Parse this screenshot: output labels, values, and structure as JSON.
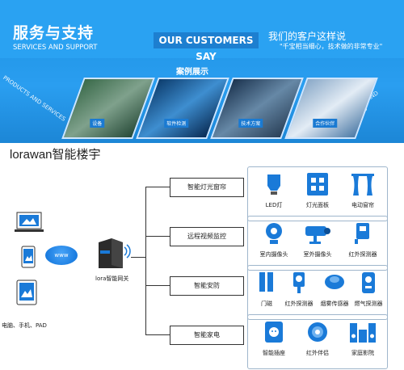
{
  "banner": {
    "title": "服务与支持",
    "subtitle": "SERVICES AND SUPPORT",
    "customers_say": "OUR CUSTOMERS SAY",
    "quote_cn": "我们的客户这样说",
    "quote_detail": "\"千宝相当细心，技术做的非常专业\"",
    "cases_label": "案例展示",
    "diagonal_text": "PRODUCTS AND SERVICES",
    "photo_labels": [
      "设备",
      "软件检测",
      "技术方案",
      "合作伙伴"
    ],
    "accent_color": "#2aa2f2"
  },
  "diagram": {
    "title": "lorawan智能楼宇",
    "gateway_label": "lora智能网关",
    "internet_label": "www",
    "devices_caption": "电脑、手机、PAD",
    "categories": [
      {
        "label": "智能灯光窗帘",
        "items": [
          "LED灯",
          "灯光面板",
          "电动窗帘"
        ]
      },
      {
        "label": "远程视频监控",
        "items": [
          "室内摄像头",
          "室外摄像头",
          "红外探测器"
        ]
      },
      {
        "label": "智能安防",
        "items": [
          "门磁",
          "红外探测器",
          "烟雾传感器",
          "燃气探测器"
        ]
      },
      {
        "label": "智能家电",
        "items": [
          "智能插座",
          "红外伴侣",
          "家庭影院"
        ]
      }
    ],
    "icon_color": "#1a7ad8"
  }
}
